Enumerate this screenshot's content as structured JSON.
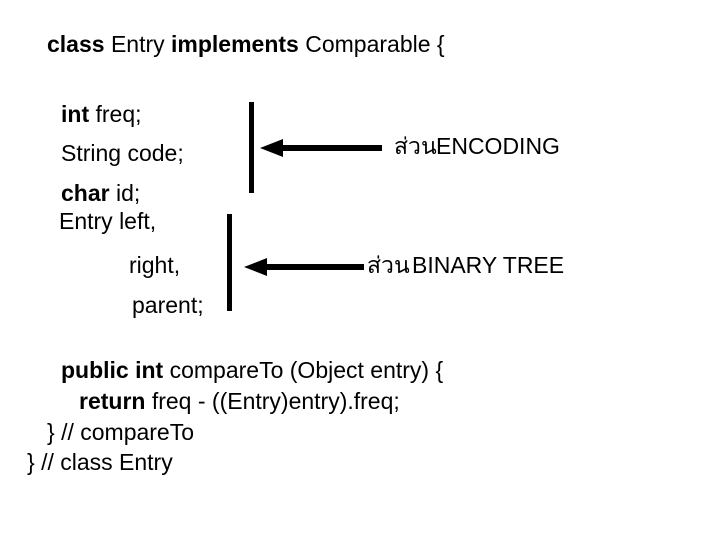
{
  "slide": {
    "background_color": "#ffffff",
    "text_color": "#000000"
  },
  "code": {
    "class_declaration": {
      "keyword_1": "class",
      "name": " Entry ",
      "keyword_2": "implements",
      "tail": " Comparable {"
    },
    "fields_encoding": [
      {
        "keyword": "int",
        "rest": " freq;"
      },
      {
        "keyword": "",
        "rest": "String code;"
      },
      {
        "keyword": "char",
        "rest": " id;"
      }
    ],
    "fields_tree": [
      {
        "text": "Entry left,"
      },
      {
        "text": "right,"
      },
      {
        "text": "parent;"
      }
    ],
    "method": {
      "signature_keyword": "public int",
      "signature_rest": " compareTo (Object entry) {",
      "body_keyword": "return",
      "body_rest": " freq - ((Entry)entry).freq;",
      "end_method": "} // compareTo",
      "end_class": "} // class Entry"
    }
  },
  "annotations": [
    {
      "id": "encoding",
      "thai_label": "ส่วน",
      "latin_label": "ENCODING",
      "arrow": "left-arrow-icon",
      "bracket": "vertical-group-bar"
    },
    {
      "id": "binary-tree",
      "thai_label": "ส่วน",
      "latin_label": "BINARY TREE",
      "arrow": "left-arrow-icon",
      "bracket": "vertical-group-bar"
    }
  ]
}
